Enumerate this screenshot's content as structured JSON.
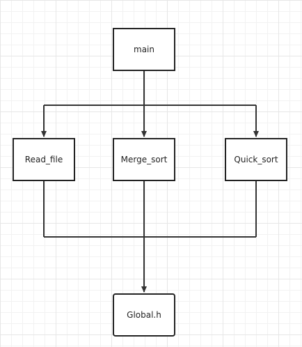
{
  "diagram": {
    "nodes": {
      "main": "main",
      "read_file": "Read_file",
      "merge_sort": "Merge_sort",
      "quick_sort": "Quick_sort",
      "global_h": "Global.h"
    },
    "edges": [
      {
        "from": "main",
        "to": "read_file"
      },
      {
        "from": "main",
        "to": "merge_sort"
      },
      {
        "from": "main",
        "to": "quick_sort"
      },
      {
        "from": "read_file",
        "to": "global_h"
      },
      {
        "from": "merge_sort",
        "to": "global_h"
      },
      {
        "from": "quick_sort",
        "to": "global_h"
      }
    ],
    "colors": {
      "line": "#333333",
      "node_border": "#222222",
      "node_fill": "#ffffff"
    }
  }
}
